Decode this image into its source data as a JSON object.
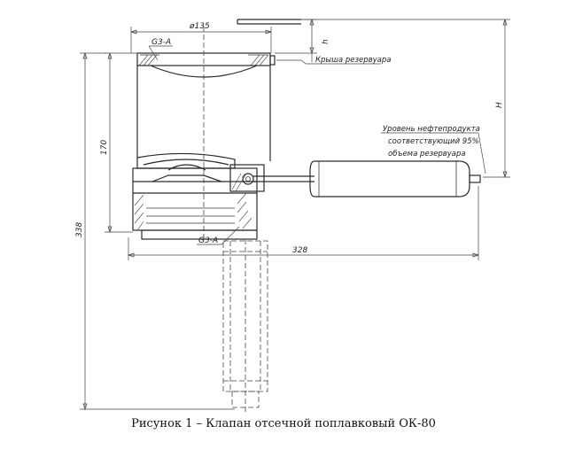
{
  "dimensions": {
    "diameter": "ø135",
    "thread_top": "G3-A",
    "thread_bottom": "G3-A",
    "h_small": "h",
    "h_large": "H",
    "height_170": "170",
    "height_338": "338",
    "width_328": "328"
  },
  "labels": {
    "roof": "Крыша резервуара",
    "level_line1": "Уровень нефтепродукта",
    "level_line2": "соответствующий 95%",
    "level_line3": "объема резервуара"
  },
  "caption": "Рисунок 1 – Клапан отсечной поплавковый ОК-80"
}
